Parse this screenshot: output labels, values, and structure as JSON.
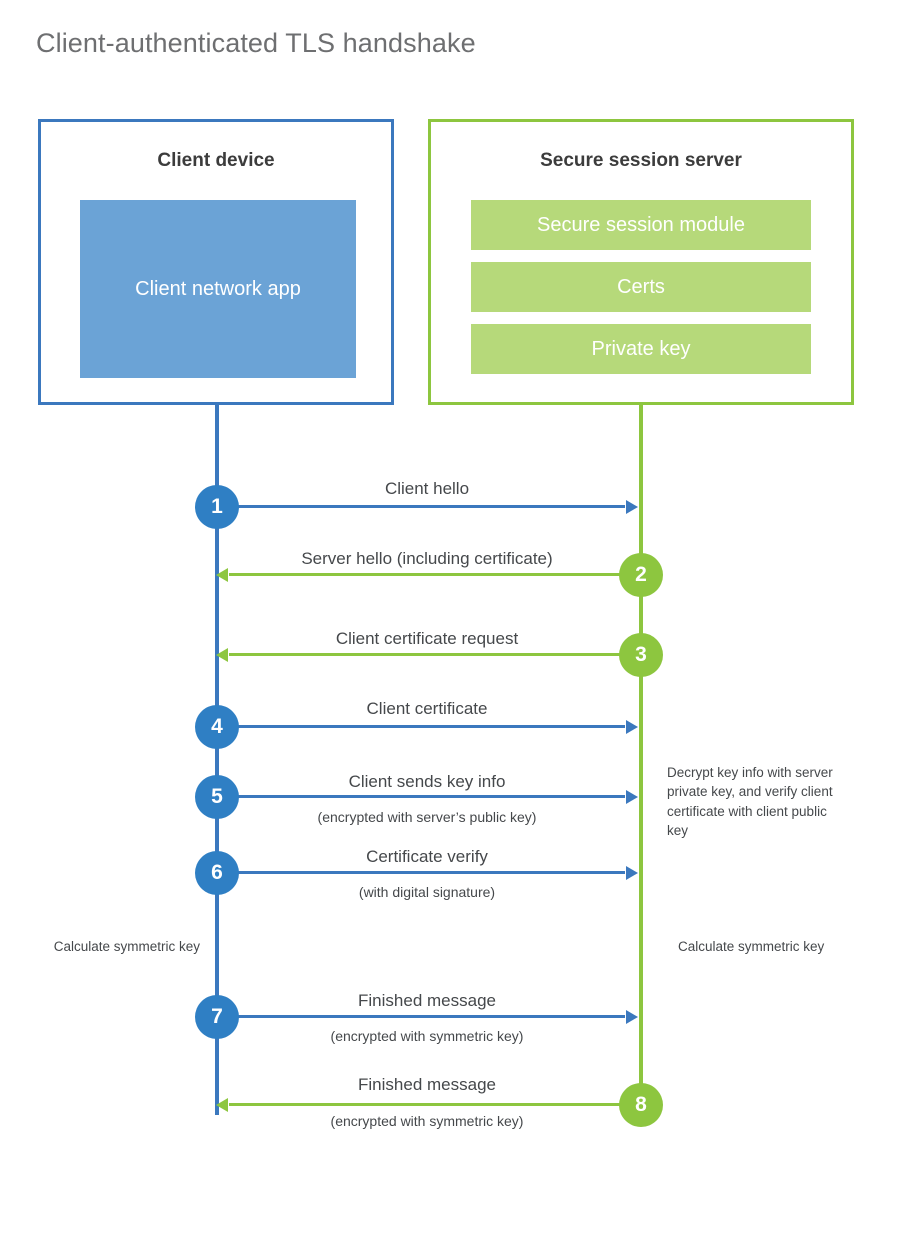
{
  "title": "Client-authenticated TLS handshake",
  "colors": {
    "client_blue": "#3b78be",
    "client_circle_blue": "#2f7fc4",
    "client_app_fill": "#6ba3d6",
    "server_green": "#8dc63f",
    "server_module_fill": "#b6d97a",
    "text_dark": "#45484b",
    "title_gray": "#6e6f71"
  },
  "actors": {
    "client": {
      "title": "Client device",
      "block_label": "Client network app"
    },
    "server": {
      "title": "Secure session server",
      "modules": [
        "Secure session module",
        "Certs",
        "Private key"
      ]
    }
  },
  "steps": [
    {
      "number": "1",
      "label": "Client hello",
      "sublabel": "",
      "origin": "client"
    },
    {
      "number": "2",
      "label": "Server hello (including certificate)",
      "sublabel": "",
      "origin": "server"
    },
    {
      "number": "3",
      "label": "Client certificate request",
      "sublabel": "",
      "origin": "server"
    },
    {
      "number": "4",
      "label": "Client certificate",
      "sublabel": "",
      "origin": "client"
    },
    {
      "number": "5",
      "label": "Client sends key info",
      "sublabel": "(encrypted with server’s public key)",
      "origin": "client"
    },
    {
      "number": "6",
      "label": "Certificate verify",
      "sublabel": "(with digital signature)",
      "origin": "client"
    },
    {
      "number": "7",
      "label": "Finished message",
      "sublabel": "(encrypted with symmetric key)",
      "origin": "client"
    },
    {
      "number": "8",
      "label": "Finished message",
      "sublabel": "(encrypted with symmetric key)",
      "origin": "server"
    }
  ],
  "notes": {
    "server_decrypt": "Decrypt key info with server private key, and verify client certificate with client public key",
    "client_calculate": "Calculate symmetric key",
    "server_calculate": "Calculate symmetric key"
  }
}
